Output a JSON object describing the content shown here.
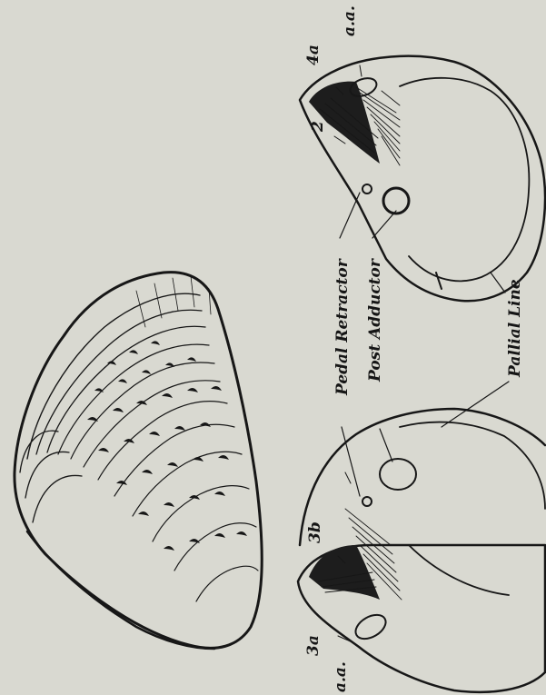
{
  "plate": {
    "background_color": "#d9d9d1",
    "ink_color": "#171717"
  },
  "labels": {
    "pedal_retractor": "Pedal Retractor",
    "post_adductor": "Post Adductor",
    "pallial_line": "Pallial Line",
    "label_4a": "4a",
    "label_aa_top": "a.a.",
    "label_2": "2",
    "label_3b": "3b",
    "label_3a": "3a",
    "label_aa_bottom": "a.a."
  }
}
